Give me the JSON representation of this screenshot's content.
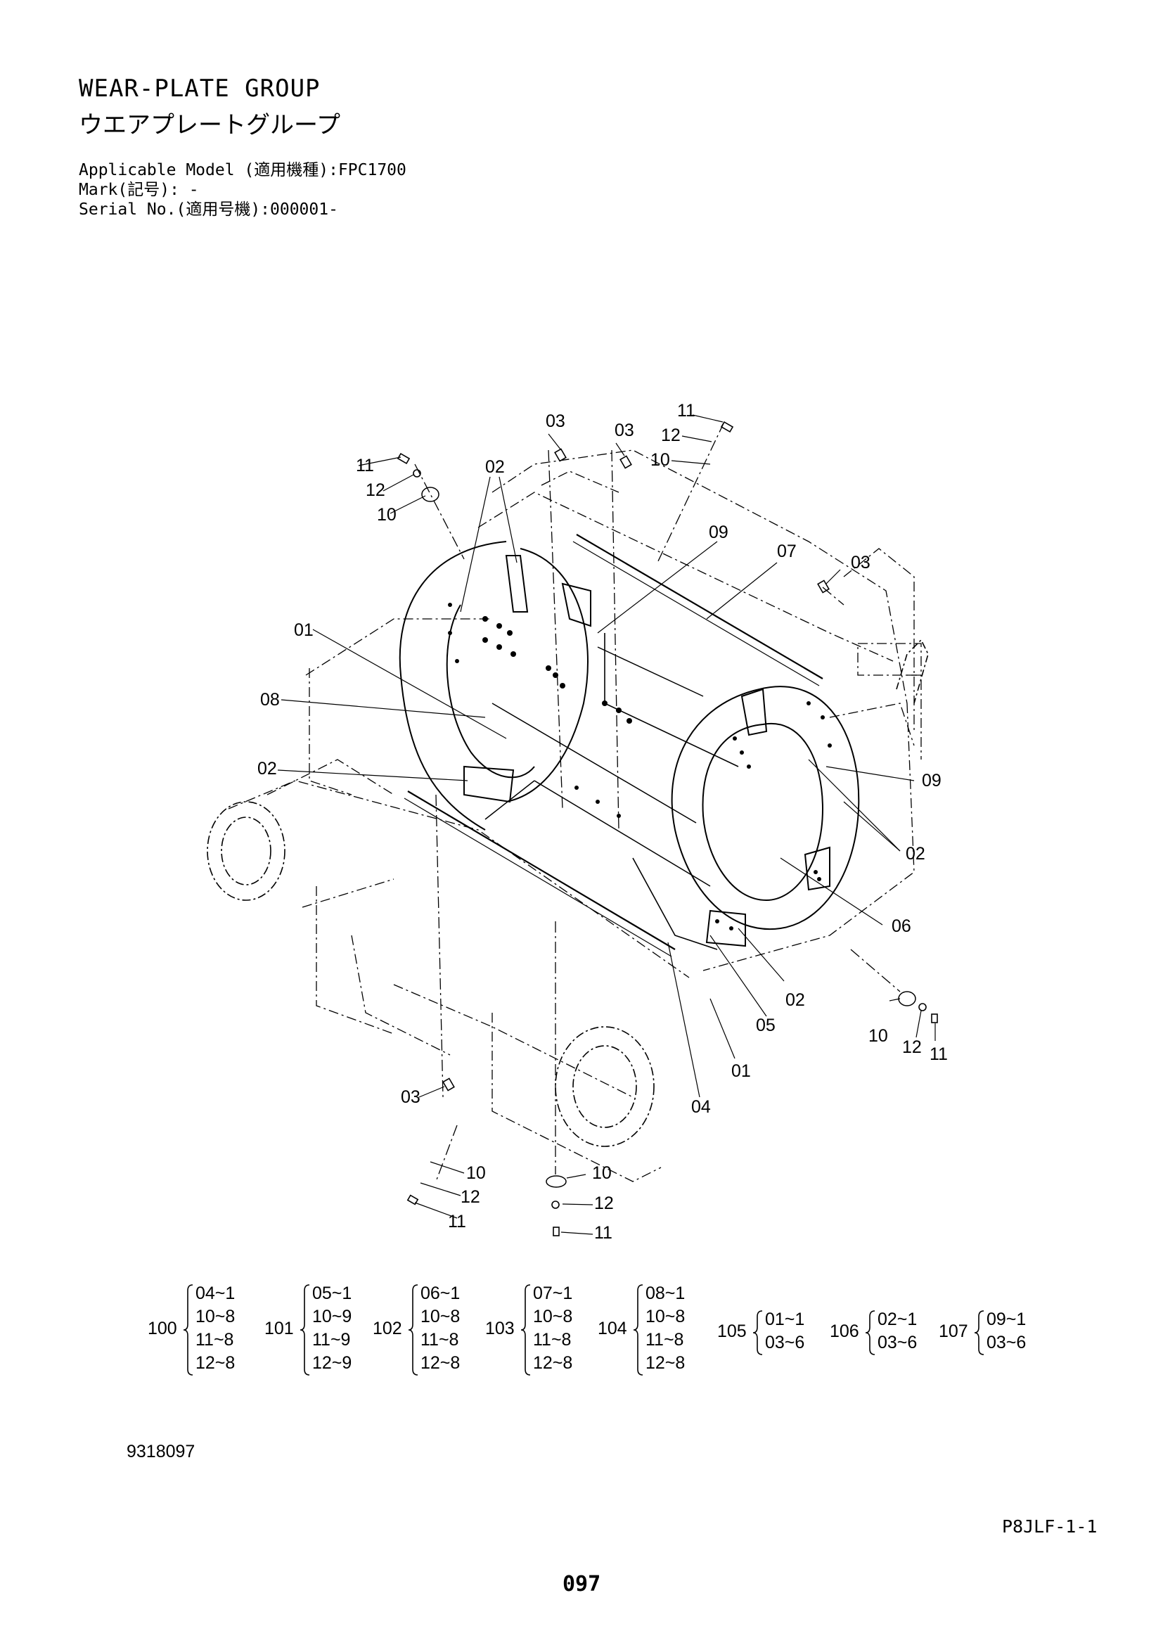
{
  "header": {
    "title_en": "WEAR-PLATE GROUP",
    "title_jp": "ウエアプレートグループ",
    "applicable_model": "Applicable Model (適用機種):FPC1700",
    "mark": "Mark(記号): -",
    "serial": "Serial No.(適用号機):000001-"
  },
  "callouts": [
    {
      "id": "c1",
      "text": "03"
    },
    {
      "id": "c2",
      "text": "03"
    },
    {
      "id": "c3",
      "text": "11"
    },
    {
      "id": "c4",
      "text": "12"
    },
    {
      "id": "c5",
      "text": "10"
    },
    {
      "id": "c6",
      "text": "11"
    },
    {
      "id": "c7",
      "text": "12"
    },
    {
      "id": "c8",
      "text": "10"
    },
    {
      "id": "c9",
      "text": "02"
    },
    {
      "id": "c10",
      "text": "09"
    },
    {
      "id": "c11",
      "text": "07"
    },
    {
      "id": "c12",
      "text": "03"
    },
    {
      "id": "c13",
      "text": "01"
    },
    {
      "id": "c14",
      "text": "08"
    },
    {
      "id": "c15",
      "text": "02"
    },
    {
      "id": "c16",
      "text": "09"
    },
    {
      "id": "c17",
      "text": "02"
    },
    {
      "id": "c18",
      "text": "06"
    },
    {
      "id": "c19",
      "text": "02"
    },
    {
      "id": "c20",
      "text": "05"
    },
    {
      "id": "c21",
      "text": "01"
    },
    {
      "id": "c22",
      "text": "04"
    },
    {
      "id": "c23",
      "text": "10"
    },
    {
      "id": "c24",
      "text": "12"
    },
    {
      "id": "c25",
      "text": "11"
    },
    {
      "id": "c26",
      "text": "03"
    },
    {
      "id": "c27",
      "text": "10"
    },
    {
      "id": "c28",
      "text": "12"
    },
    {
      "id": "c29",
      "text": "11"
    },
    {
      "id": "c30",
      "text": "10"
    },
    {
      "id": "c31",
      "text": "12"
    },
    {
      "id": "c32",
      "text": "11"
    }
  ],
  "groups": [
    {
      "number": "100",
      "items": [
        "04~1",
        "10~8",
        "11~8",
        "12~8"
      ]
    },
    {
      "number": "101",
      "items": [
        "05~1",
        "10~9",
        "11~9",
        "12~9"
      ]
    },
    {
      "number": "102",
      "items": [
        "06~1",
        "10~8",
        "11~8",
        "12~8"
      ]
    },
    {
      "number": "103",
      "items": [
        "07~1",
        "10~8",
        "11~8",
        "12~8"
      ]
    },
    {
      "number": "104",
      "items": [
        "08~1",
        "10~8",
        "11~8",
        "12~8"
      ]
    },
    {
      "number": "105",
      "items": [
        "01~1",
        "03~6"
      ]
    },
    {
      "number": "106",
      "items": [
        "02~1",
        "03~6"
      ]
    },
    {
      "number": "107",
      "items": [
        "09~1",
        "03~6"
      ]
    }
  ],
  "footer": {
    "drawing_number": "9318097",
    "sheet_id": "P8JLF-1-1",
    "page_number": "097"
  }
}
